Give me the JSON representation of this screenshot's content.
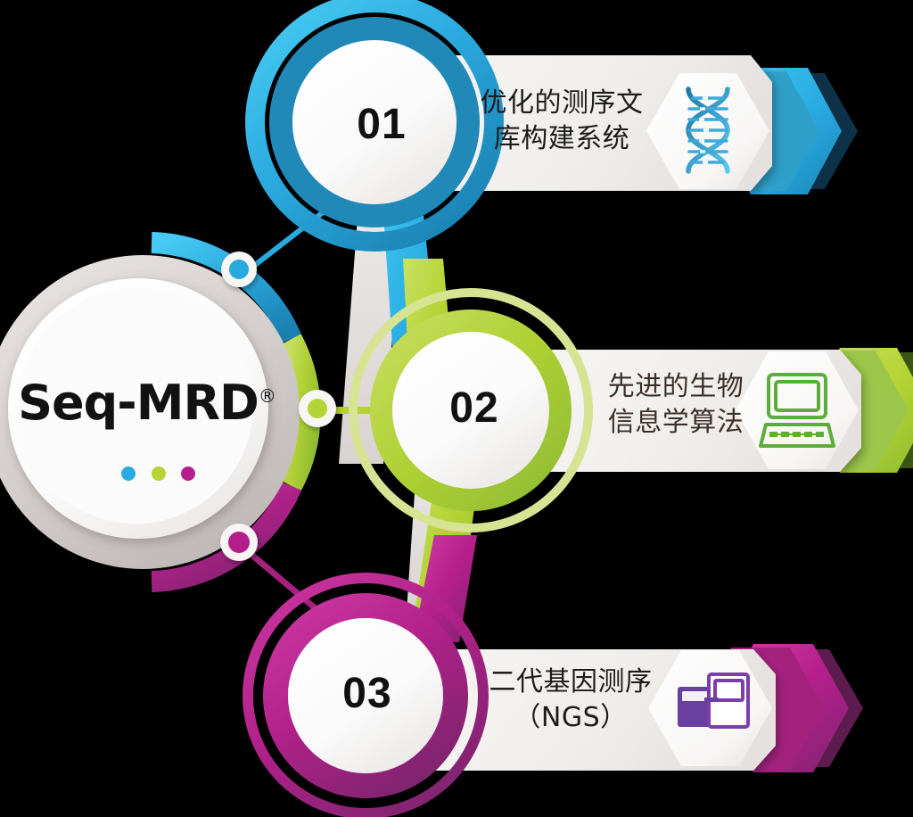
{
  "diagram": {
    "title": "Seq-MRD technology pillars infographic",
    "center": {
      "brand": "Seq-MRD",
      "trademark": "®",
      "dots": [
        {
          "name": "dot-blue",
          "color": "#29ABE2"
        },
        {
          "name": "dot-green",
          "color": "#B5D334"
        },
        {
          "name": "dot-magenta",
          "color": "#B51F8C"
        }
      ]
    },
    "nodes": [
      {
        "number": "01",
        "label": "优化的测序文\n库构建系统",
        "icon": "dna-helix-icon",
        "color": "#29ABE2",
        "color_dark": "#1C86B8",
        "hex_mid": "#2E9FC9",
        "hex_back": "#1A7EA8"
      },
      {
        "number": "02",
        "label": "先进的生物\n信息学算法",
        "icon": "computer-monitor-icon",
        "color": "#B5D334",
        "color_dark": "#7AA92B",
        "hex_mid": "#9CC64A",
        "hex_back": "#6FA22A"
      },
      {
        "number": "03",
        "label": "二代基因测序\n（NGS）",
        "icon": "sequencer-machine-icon",
        "color": "#B51F8C",
        "color_dark": "#8E2480",
        "hex_mid": "#A4227E",
        "hex_back": "#7C1F68"
      }
    ],
    "colors": {
      "panel_fill": "#F1EFED",
      "panel_fill_edge": "#E3E0DD",
      "ring_gray": "#CFC9C7",
      "ring_gray_light": "#E6E2E0",
      "connector_gray": "#DEDAD8",
      "background": "#000000"
    }
  }
}
